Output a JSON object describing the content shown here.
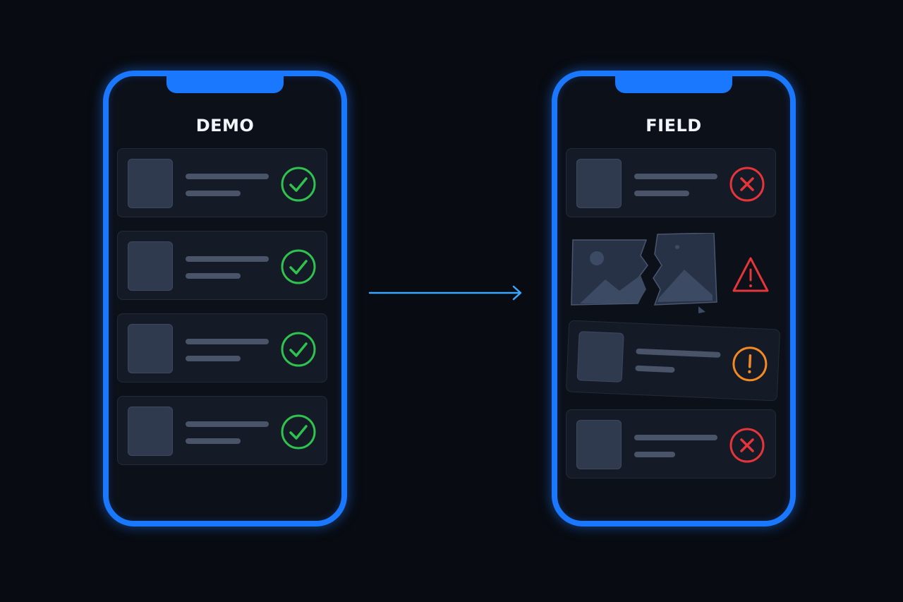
{
  "demo": {
    "title": "DEMO",
    "cards": [
      {
        "status": "success",
        "icon": "check-circle-icon"
      },
      {
        "status": "success",
        "icon": "check-circle-icon"
      },
      {
        "status": "success",
        "icon": "check-circle-icon"
      },
      {
        "status": "success",
        "icon": "check-circle-icon"
      }
    ]
  },
  "field": {
    "title": "FIELD",
    "cards": [
      {
        "status": "error",
        "icon": "x-circle-icon"
      },
      {
        "status": "broken-image",
        "icon": "warning-triangle-icon"
      },
      {
        "status": "warning",
        "icon": "exclamation-circle-icon"
      },
      {
        "status": "error",
        "icon": "x-circle-icon"
      }
    ]
  },
  "transition": {
    "icon": "arrow-right-icon"
  },
  "colors": {
    "background": "#080b11",
    "phone_frame": "#1a78ff",
    "success": "#2fc24e",
    "error": "#e5353a",
    "warning": "#f58a22",
    "arrow": "#39a6ff"
  }
}
